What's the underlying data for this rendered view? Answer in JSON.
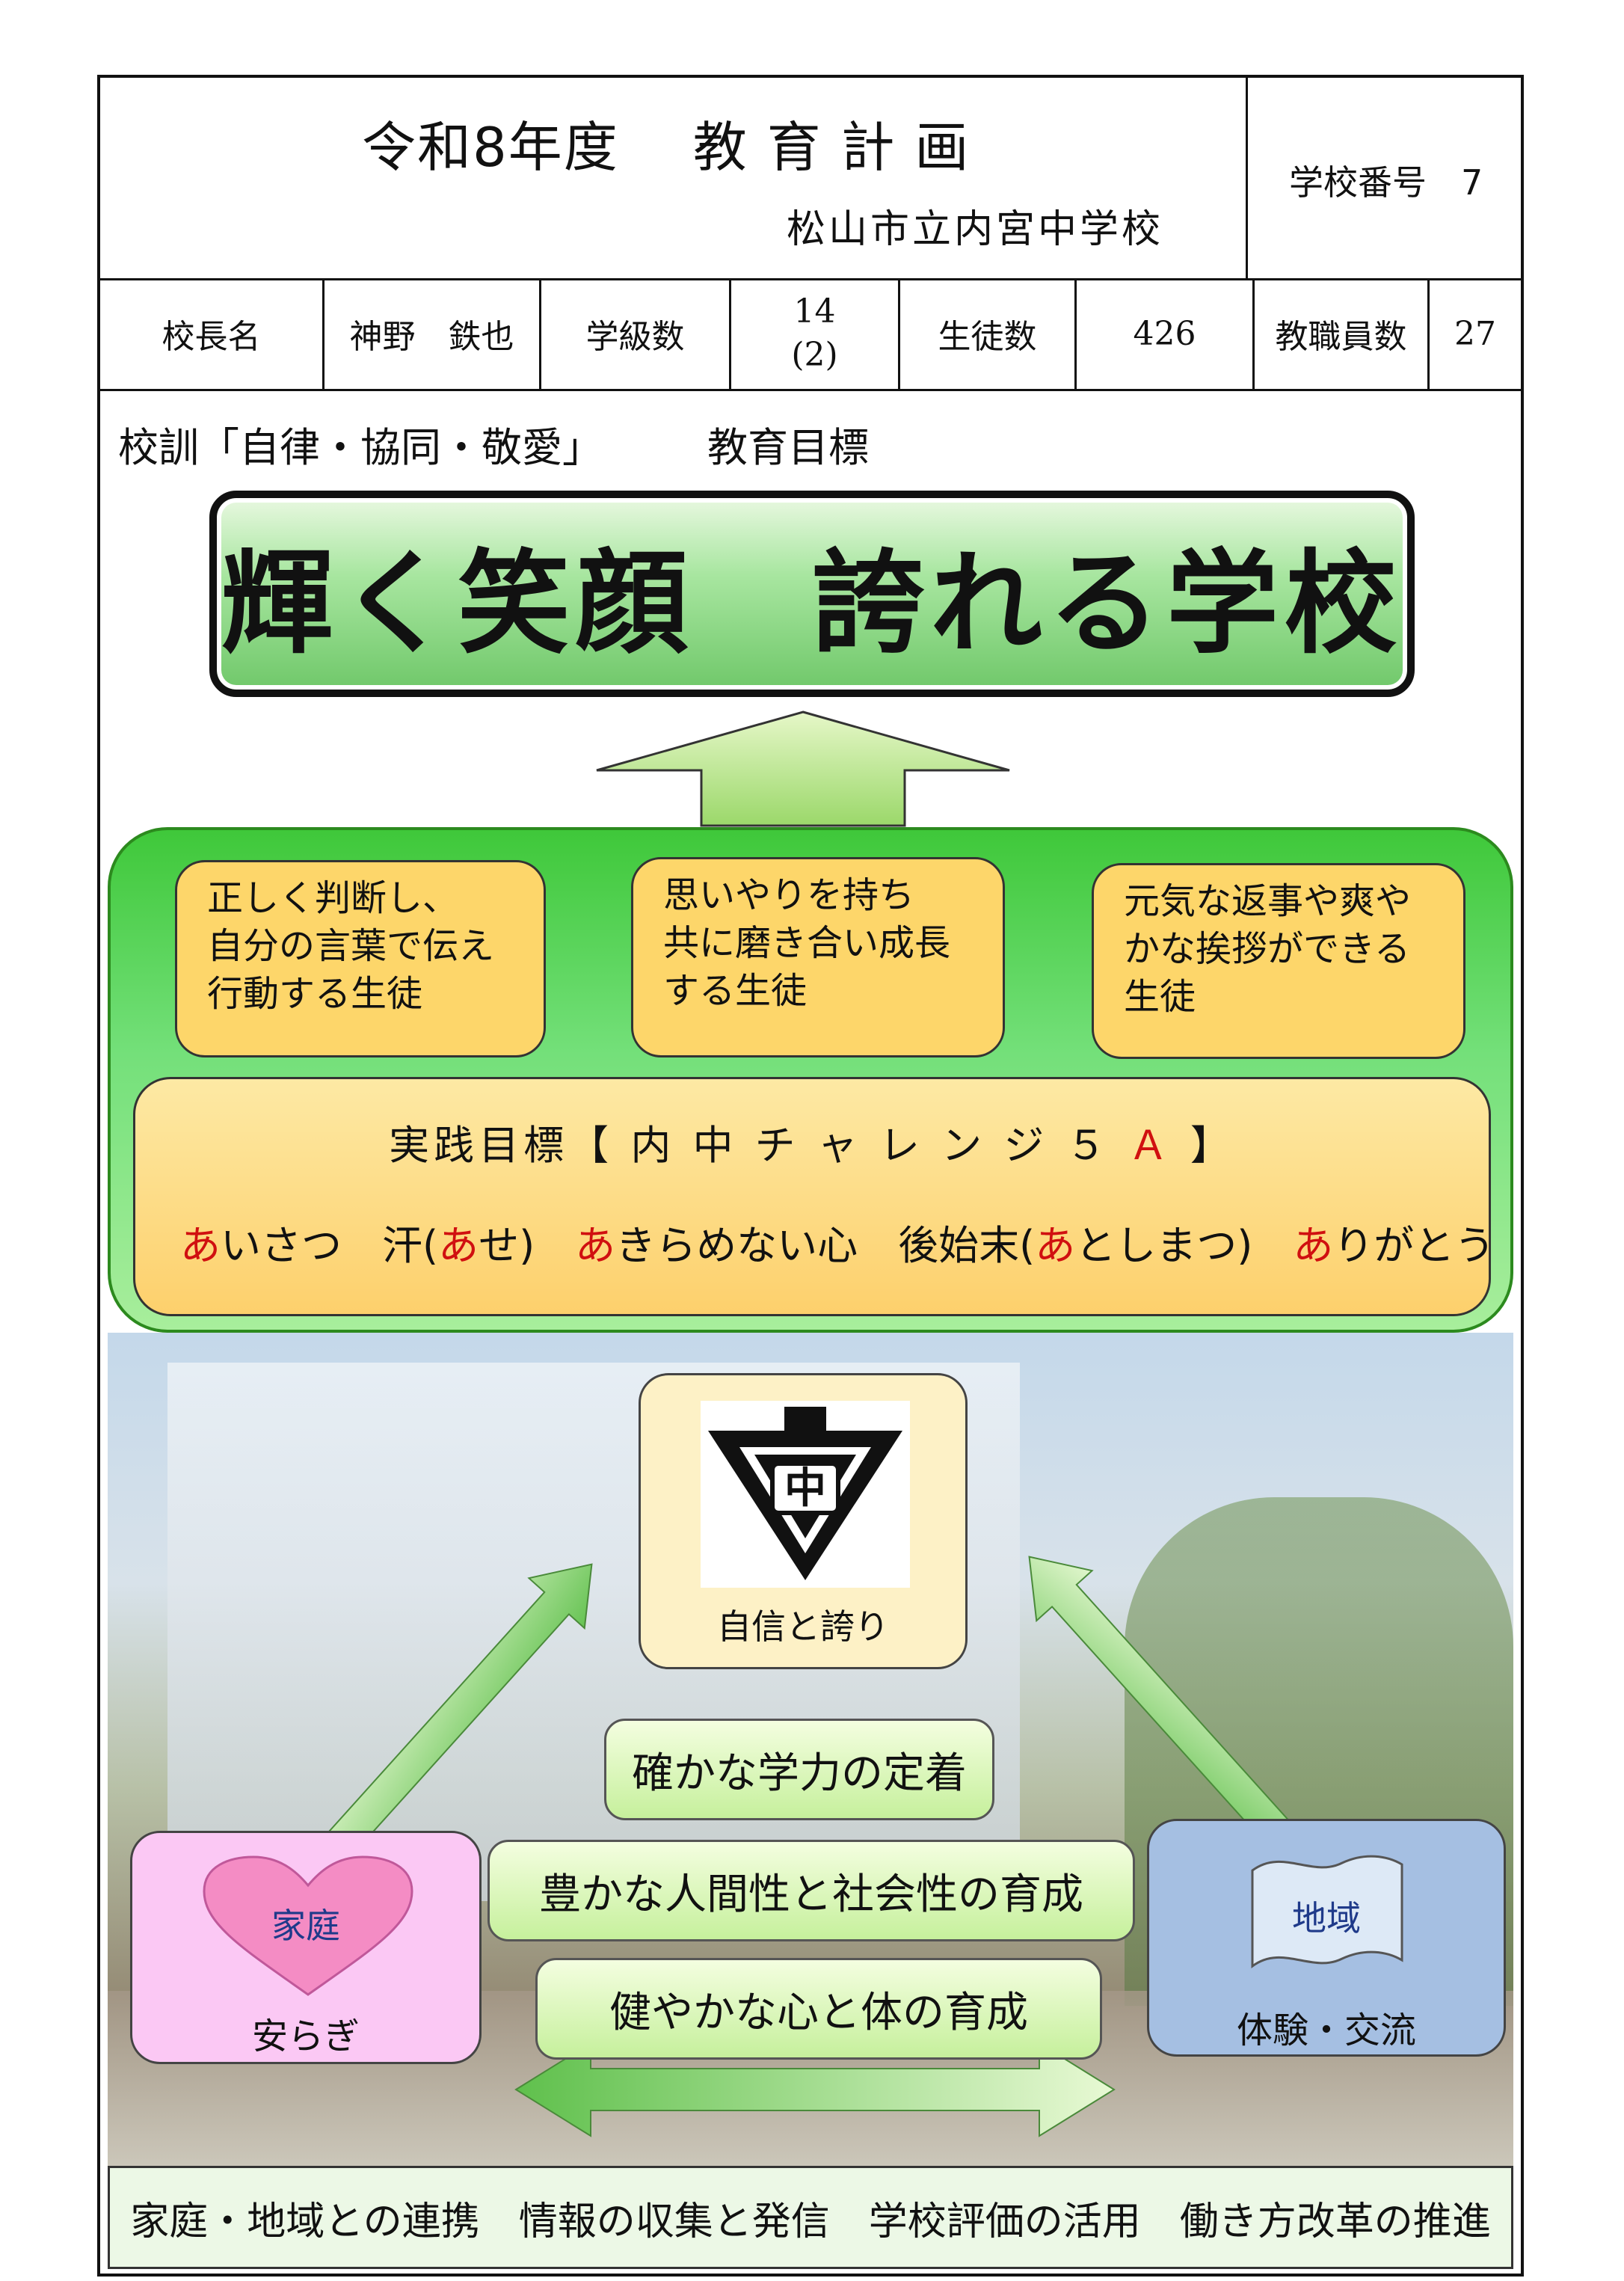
{
  "header": {
    "title": "令和8年度　 教 育 計 画",
    "school_name": "松山市立内宮中学校",
    "school_number_label": "学校番号",
    "school_number": "7"
  },
  "info": {
    "principal_label": "校長名",
    "principal_name": "神野　鉄也",
    "class_count_label": "学級数",
    "class_count": "14",
    "class_count_sub": "(2)",
    "student_count_label": "生徒数",
    "student_count": "426",
    "staff_count_label": "教職員数",
    "staff_count": "27"
  },
  "motto": "校訓「自律・協同・敬愛」",
  "goal_heading": "教育目標",
  "main_goal": "輝く笑顔　誇れる学校",
  "student_ideals": [
    {
      "line1": "正しく判断し、",
      "line2": "自分の言葉で伝え",
      "line3": "行動する生徒"
    },
    {
      "line1": "思いやりを持ち",
      "line2": "共に磨き合い成長",
      "line3": "する生徒"
    },
    {
      "line1": "元気な返事や爽や",
      "line2": "かな挨拶ができる",
      "line3": "生徒"
    }
  ],
  "practice": {
    "title_prefix": "実践目標【 内 中 チ ャ レ ン ジ ５ ",
    "title_accent": "Ａ",
    "title_suffix": " 】",
    "a1": "あ",
    "w1": "いさつ　汗(",
    "a2": "あ",
    "w2": "せ)　",
    "a3": "あ",
    "w3": "きらめない心　後始末(",
    "a4": "あ",
    "w4": "としまつ)　",
    "a5": "あ",
    "w5": "りがとう"
  },
  "emblem_caption": "自信と誇り",
  "emblem_char": "中",
  "pillars": [
    "確かな学力の定着",
    "豊かな人間性と社会性の育成",
    "健やかな心と体の育成"
  ],
  "home": {
    "label": "家庭",
    "caption": "安らぎ"
  },
  "community": {
    "label": "地域",
    "caption": "体験・交流"
  },
  "footer": "家庭・地域との連携　情報の収集と発信　学校評価の活用　働き方改革の推進",
  "colors": {
    "accent_red": "#d01010",
    "green": "#5ccf55",
    "orange": "#fdd66a"
  }
}
